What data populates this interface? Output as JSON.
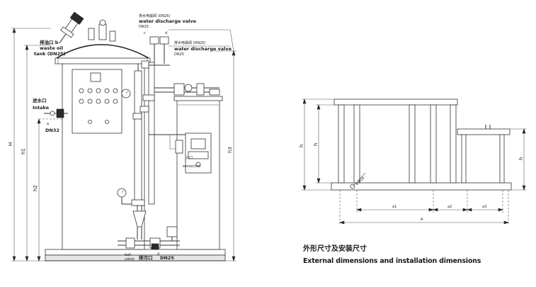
{
  "left_view": {
    "labels": {
      "waste_oil_cn": "排油口 b",
      "waste_oil_en1": "waste oil",
      "waste_oil_en2": "tank (DN25)",
      "valve1_cn": "排水电磁阀 (DN25)",
      "valve1_en": "water discharge valve",
      "valve1_dn": "DN25",
      "valve2_cn": "排水电磁阀 (DN25)",
      "valve2_en": "water discharge valve",
      "valve2_dn": "DN25",
      "intake_cn": "进水口",
      "intake_en": "Intake",
      "intake_a": "a",
      "intake_dn": "DN32",
      "small_c": "c",
      "small_d": "d",
      "sensor_label1": "入口",
      "sensor_label2": "sensor/sol",
      "drain_cn": "排污口",
      "drain_letter": "d",
      "drain_dn": "DN25",
      "ball_valve1": "ball",
      "ball_valve2": "valve"
    },
    "dimensions": {
      "H": "H",
      "h1": "h1",
      "h2": "h2",
      "h3": "h3"
    }
  },
  "right_view": {
    "dimensions": {
      "h_outer": "h",
      "h_inner": "h",
      "h_right": "h",
      "bolt": "4-Φ18",
      "a1": "a1",
      "a2": "a2",
      "a3": "a3",
      "A": "A"
    }
  },
  "caption": {
    "cn": "外形尺寸及安装尺寸",
    "en": "External dimensions and installation dimensions"
  }
}
